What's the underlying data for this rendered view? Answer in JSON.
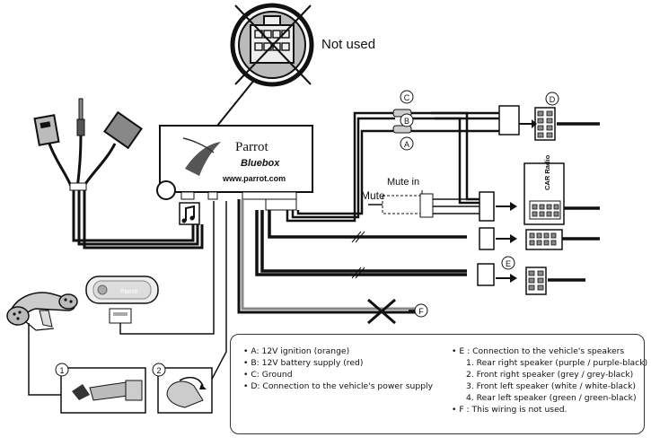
{
  "top_connector": {
    "label": "Not used"
  },
  "bluebox": {
    "brand": "Parrot",
    "model": "Bluebox",
    "url": "www.parrot.com"
  },
  "wire_labels": {
    "a": "A",
    "b": "B",
    "c": "C",
    "d": "D",
    "e": "E",
    "f": "F"
  },
  "mute": {
    "mute_in": "Mute in",
    "mute": "Mute"
  },
  "car_radio": {
    "label": "CAR Radio"
  },
  "remote": {
    "brand": "Parrot"
  },
  "steps": {
    "one": "1",
    "two": "2"
  },
  "legend": {
    "left": [
      "• A: 12V ignition (orange)",
      "• B: 12V battery supply (red)",
      "• C: Ground",
      "• D: Connection to the vehicle's power supply"
    ],
    "right": [
      "• E : Connection to the vehicle's speakers",
      "1.  Rear right speaker (purple / purple-black)",
      "2.  Front right speaker (grey / grey-black)",
      "3.  Front left speaker (white / white-black)",
      "4.  Rear left speaker (green / green-black)",
      "• F : This wiring is not used."
    ]
  }
}
